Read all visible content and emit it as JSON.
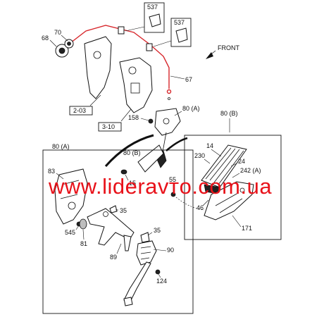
{
  "callouts": {
    "c537a": "537",
    "c537b": "537",
    "c70": "70",
    "c68": "68",
    "front": "FRONT",
    "c67": "67",
    "c203": "2-03",
    "c310": "3-10",
    "c158": "158",
    "c80a_top": "80 (A)",
    "c80b_top": "80 (B)",
    "c80a_left": "80 (A)",
    "c80b_mid": "80 (B)",
    "c83": "83",
    "c545": "545",
    "c81": "81",
    "c35a": "35",
    "c35b": "35",
    "c89": "89",
    "c90": "90",
    "c124": "124",
    "c15": "15",
    "c14": "14",
    "c230": "230",
    "c24": "24",
    "c242a": "242 (A)",
    "c55": "55",
    "c46": "46",
    "c171": "171"
  },
  "watermark": "www.lideravтo.com.ua",
  "colors": {
    "cable": "#d7262b",
    "watermark": "#e8121a",
    "line": "#111111"
  }
}
